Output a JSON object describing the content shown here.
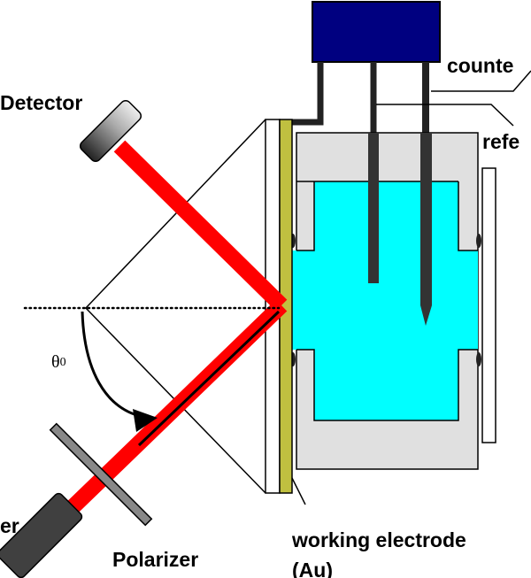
{
  "labels": {
    "detector": "Detector",
    "counter": "counte",
    "reference": "refe",
    "theta": "θ",
    "theta_sub": "0",
    "laser": "er",
    "polarizer": "Polarizer",
    "working_electrode": "working electrode",
    "au": "(Au)"
  },
  "colors": {
    "potentiostat": "#000080",
    "beam": "#ff0000",
    "electrolyte": "#00ffff",
    "electrode": "#c0c040",
    "cell": "#e0e0e0"
  }
}
